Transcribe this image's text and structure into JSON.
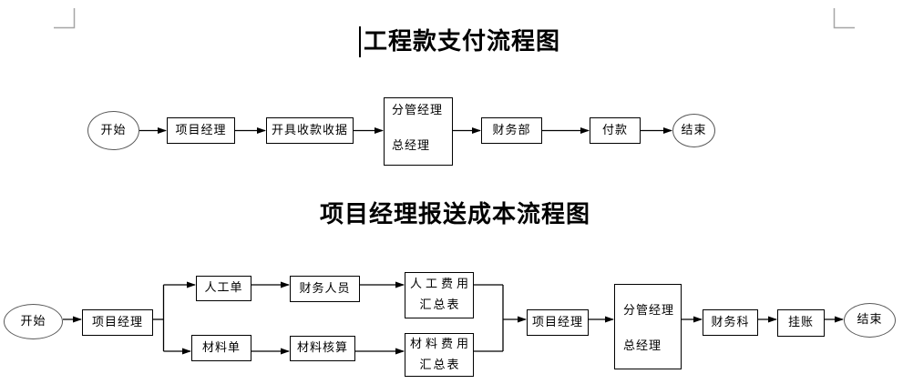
{
  "titles": {
    "flow1": "工程款支付流程图",
    "flow2": "项目经理报送成本流程图"
  },
  "flow1": {
    "nodes": {
      "start": "开始",
      "project_manager": "项目经理",
      "issue_receipt": "开具收款收据",
      "approver_line1": "分管经理",
      "approver_line2": "总经理",
      "finance_dept": "财务部",
      "pay": "付款",
      "end": "结束"
    }
  },
  "flow2": {
    "nodes": {
      "start": "开始",
      "project_manager_1": "项目经理",
      "labor_sheet": "人工单",
      "material_sheet": "材料单",
      "finance_staff": "财务人员",
      "material_accounting": "材料核算",
      "labor_cost_summary_line1": "人工费用",
      "labor_cost_summary_line2": "汇总表",
      "material_cost_summary_line1": "材料费用",
      "material_cost_summary_line2": "汇总表",
      "project_manager_2": "项目经理",
      "approver_line1": "分管经理",
      "approver_line2": "总经理",
      "finance_section": "财务科",
      "book_entry": "挂账",
      "end": "结束"
    }
  },
  "colors": {
    "background": "#ffffff",
    "text": "#000000",
    "box_border": "#000000",
    "ellipse_border": "#595959",
    "connector": "#000000",
    "corner_mark": "#a6a6a6"
  }
}
